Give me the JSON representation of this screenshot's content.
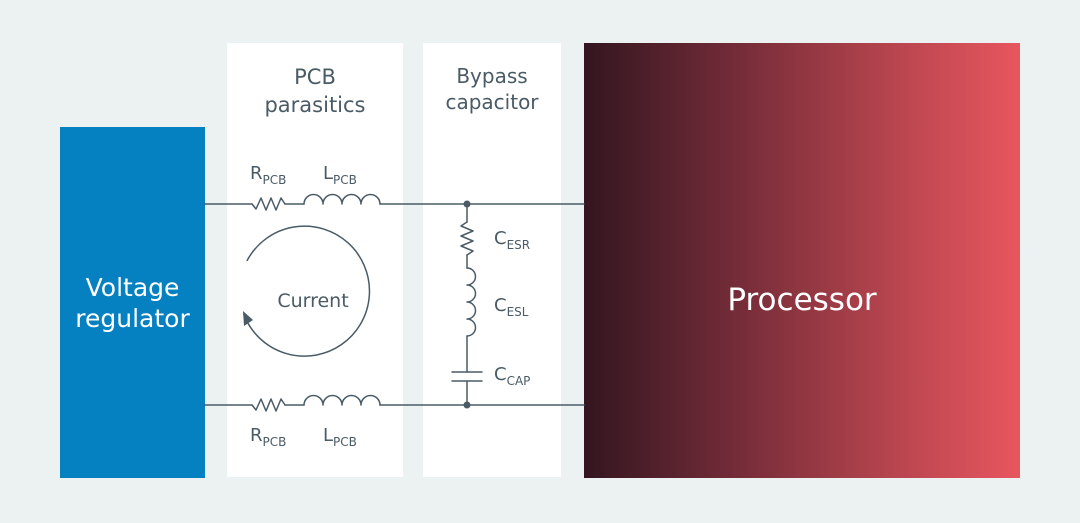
{
  "pcb_parasitics": {
    "title_line1": "PCB",
    "title_line2": "parasitics"
  },
  "bypass_capacitor": {
    "title_line1": "Bypass",
    "title_line2": "capacitor"
  },
  "voltage_regulator": {
    "line1": "Voltage",
    "line2": "regulator"
  },
  "processor": {
    "label": "Processor"
  },
  "current_label": "Current",
  "top_resistor": {
    "main": "R",
    "sub": "PCB"
  },
  "top_inductor": {
    "main": "L",
    "sub": "PCB"
  },
  "bottom_resistor": {
    "main": "R",
    "sub": "PCB"
  },
  "bottom_inductor": {
    "main": "L",
    "sub": "PCB"
  },
  "esr": {
    "main": "C",
    "sub": "ESR"
  },
  "esl": {
    "main": "C",
    "sub": "ESL"
  },
  "cap": {
    "main": "C",
    "sub": "CAP"
  },
  "colors": {
    "regulator_blue": "#0580c0",
    "processor_gradient_start": "#331620",
    "processor_gradient_end": "#e8565e",
    "wire": "#4a5b66",
    "background": "#ecf2f2"
  }
}
